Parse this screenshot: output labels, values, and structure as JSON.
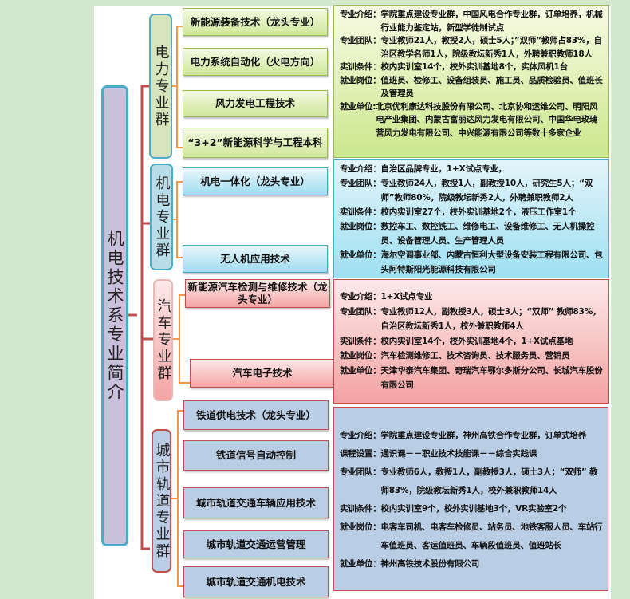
{
  "root_title": "机电技术系专业简介",
  "colors": {
    "root_fill": "#c9c0db",
    "root_border": "#4bacc6",
    "bracket_red": "#c0504d",
    "bracket_orange": "#f79646"
  },
  "groups": [
    {
      "title": "电力专业群",
      "courses": [
        "新能源装备技术（龙头专业）",
        "电力系统自动化（火电方向）",
        "风力发电工程技术",
        "“3+2”新能源科学与工程本科"
      ],
      "info": [
        {
          "label": "专业介绍：",
          "value": "学院重点建设专业群，中国风电合作专业群，订单培养，机械行业能力鉴定站，新型学徒制试点"
        },
        {
          "label": "专业团队：",
          "value": "专业教师21人，教授2人，硕士5人；”双师”教师占83%，自治区教学名师1人，院级教坛新秀1人，外聘兼职教师18人"
        },
        {
          "label": "实训条件：",
          "value": "校内实训室14个，校外实训基地8个，实体风机1台"
        },
        {
          "label": "就业岗位：",
          "value": "值班员、检修工、设备组装员、施工员、品质检验员、值班长及管理员"
        },
        {
          "label": "就业单位:",
          "value": "北京优利康达科技股份有限公司、北京协和运维公司、明阳风电产业集团、内蒙古富丽达风力发电有限公司、中国华电玫瑰营风力发电有限公司、中兴能源有限公司等数十多家企业"
        }
      ]
    },
    {
      "title": "机电专业群",
      "courses": [
        "机电一体化（龙头专业）",
        "无人机应用技术"
      ],
      "info": [
        {
          "label": "专业介绍：",
          "value": "自治区品牌专业，1+X试点专业，"
        },
        {
          "label": "专业团队：",
          "value": "专业教师24人，教授1人，副教授10人，研究生5人；“双师”教师80%，院级教坛新秀2人，外聘兼职教师2人"
        },
        {
          "label": "实训条件：",
          "value": "校内实训室27个，校外实训基地2个，液压工作室1个"
        },
        {
          "label": "就业岗位：",
          "value": "数控车工、数控铣工、维修电工、设备维修工、无人机操控员、设备管理人员、生产管理人员"
        },
        {
          "label": "就业单位：",
          "value": "海尔空调事业部、内蒙古恒利大型设备安装工程有限公司、包头阿特斯阳光能源科技有限公司"
        }
      ]
    },
    {
      "title": "汽车专业群",
      "courses": [
        "新能源汽车检测与维修技术（龙头专业）",
        "汽车电子技术"
      ],
      "info": [
        {
          "label": "专业介绍：",
          "value": "1+X试点专业"
        },
        {
          "label": "专业团队：",
          "value": "专业教师12人，副教授3人，硕士3人；“双师” 教师83%，自治区教坛新秀1人，校外兼职教师4人"
        },
        {
          "label": "实训条件：",
          "value": "校内实训室14个，校外实训基地4个，1+X试点基地"
        },
        {
          "label": "就业岗位：",
          "value": "汽车检测维修工、技术咨询员、技术服务员、营销员"
        },
        {
          "label": "就业单位：",
          "value": "天津华泰汽车集团、奇瑞汽车鄂尔多斯分公司、长城汽车股份有限公司"
        }
      ]
    },
    {
      "title": "城市轨道专业群",
      "courses": [
        "铁道供电技术（龙头专业）",
        "铁道信号自动控制",
        "城市轨道交通车辆应用技术",
        "城市轨道交通运营管理",
        "城市轨道交通机电技术"
      ],
      "info": [
        {
          "label": "专业介绍：",
          "value": "学院重点建设专业群，神州高铁合作专业群，订单式培养"
        },
        {
          "label": "课程设置：",
          "value": "通识课－－职业技术技能课－－综合实践课"
        },
        {
          "label": "专业团队：",
          "value": "专业教师6人，教授1人，副教授3人，硕士3人；“双师” 教师83%，院级教坛新秀1人，校外兼职教师14人"
        },
        {
          "label": "实训条件：",
          "value": "校内实训室9个，校外实训基地3个，VR实验室2个"
        },
        {
          "label": "就业岗位：",
          "value": "电客车司机、电客车检修员、站务员、地铁客服人员、车站行车值班员、客运值班员、车辆段值班员、值班站长"
        },
        {
          "label": "就业单位：",
          "value": "神州高铁技术股份有限公司"
        }
      ]
    }
  ]
}
